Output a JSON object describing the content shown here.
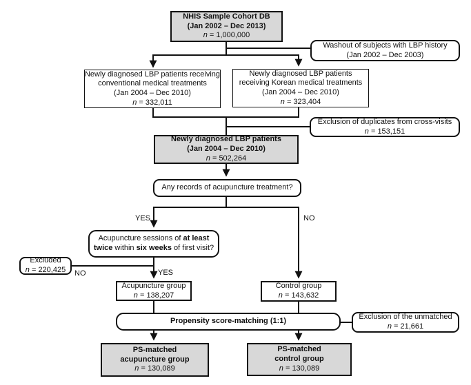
{
  "colors": {
    "gray_fill": "#d8d8d8",
    "line": "#111111",
    "background": "#ffffff"
  },
  "nodes": {
    "nhis": {
      "l1": "NHIS Sample Cohort DB",
      "l2": "(Jan 2002 – Dec 2013)",
      "n": "n",
      "nv": " = 1,000,000"
    },
    "washout": {
      "l1": "Washout of subjects with LBP history",
      "l2": "(Jan 2002 – Dec 2003)"
    },
    "conventional": {
      "l1": "Newly diagnosed LBP patients receiving",
      "l2": "conventional medical treatments",
      "l3": "(Jan 2004 – Dec 2010)",
      "n": "n",
      "nv": " = 332,011"
    },
    "korean": {
      "l1": "Newly diagnosed LBP patients",
      "l2": "receiving Korean medical treatments",
      "l3": "(Jan 2004 – Dec 2010)",
      "n": "n",
      "nv": " = 323,404"
    },
    "duplicates": {
      "l1": "Exclusion of duplicates from cross-visits",
      "n": "n",
      "nv": " = 153,151"
    },
    "lbp": {
      "l1": "Newly diagnosed LBP patients",
      "l2": "(Jan 2004 – Dec 2010)",
      "n": "n",
      "nv": " = 502,264"
    },
    "any_records": {
      "l1": "Any records of acupuncture treatment?"
    },
    "sessions": {
      "s1": "Acupuncture sessions of ",
      "b1": "at least twice",
      "s2": " within ",
      "b2": "six weeks",
      "s3": " of first visit?"
    },
    "excluded": {
      "l1": "Excluded",
      "n": "n",
      "nv": " = 220,425"
    },
    "acu_group": {
      "l1": "Acupuncture group",
      "n": "n",
      "nv": " = 138,207"
    },
    "control_group": {
      "l1": "Control group",
      "n": "n",
      "nv": " = 143,632"
    },
    "psm": {
      "l1": "Propensity score-matching (1:1)"
    },
    "unmatched": {
      "l1": "Exclusion of the unmatched",
      "n": "n",
      "nv": " = 21,661"
    },
    "ps_acu": {
      "l1": "PS-matched",
      "l2": "acupuncture group",
      "n": "n",
      "nv": " = 130,089"
    },
    "ps_control": {
      "l1": "PS-matched",
      "l2": "control group",
      "n": "n",
      "nv": " = 130,089"
    }
  },
  "labels": {
    "yes_top": "YES",
    "no_top": "NO",
    "no_excluded": "NO",
    "yes_group": "YES"
  }
}
